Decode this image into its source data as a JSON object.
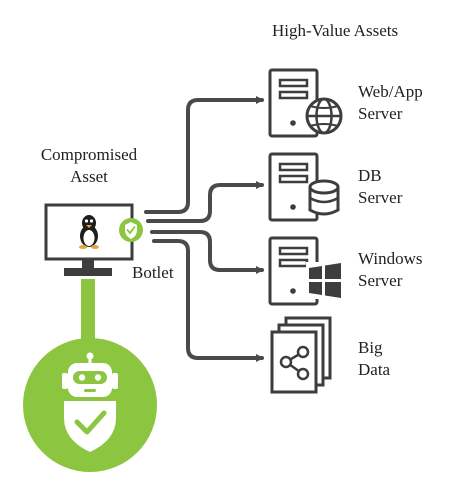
{
  "heading": "High-Value Assets",
  "compromised": {
    "line1": "Compromised",
    "line2": "Asset"
  },
  "botlet_label": "Botlet",
  "assets": [
    {
      "id": "web",
      "line1": "Web/App",
      "line2": "Server",
      "icon": "globe-icon"
    },
    {
      "id": "db",
      "line1": "DB",
      "line2": "Server",
      "icon": "database-icon"
    },
    {
      "id": "windows",
      "line1": "Windows",
      "line2": "Server",
      "icon": "windows-logo-icon"
    },
    {
      "id": "bigdata",
      "line1": "Big",
      "line2": "Data",
      "icon": "data-graph-icon"
    }
  ],
  "colors": {
    "line": "#4a4a4a",
    "accent_green": "#8cc540",
    "icon_dark": "#3d3d3d"
  }
}
